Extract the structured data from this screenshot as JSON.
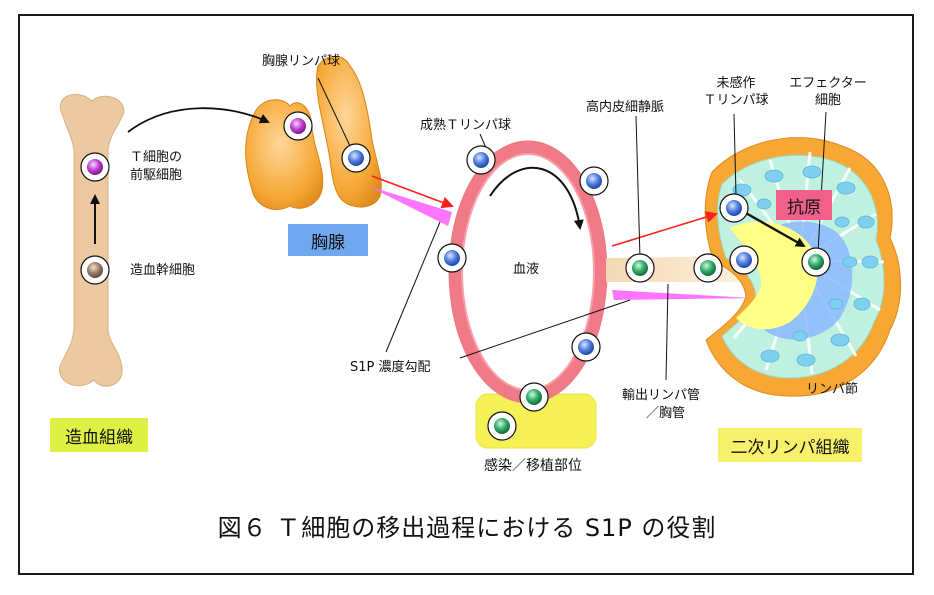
{
  "caption": "図６ Ｔ細胞の移出過程における S1P の役割",
  "labels": {
    "thymus_lymphocyte": "胸腺リンパ球",
    "t_cell_precursor_line1": "Ｔ細胞の",
    "t_cell_precursor_line2": "前駆細胞",
    "hematopoietic_stem_cell": "造血幹細胞",
    "mature_t_lymphocyte": "成熟Ｔリンパ球",
    "hev": "高内皮細静脈",
    "naive_t_line1": "未感作",
    "naive_t_line2": "Ｔリンパ球",
    "effector_line1": "エフェクター",
    "effector_line2": "細胞",
    "blood": "血液",
    "s1p_gradient": "S1P 濃度勾配",
    "efferent_line1": "輸出リンパ管",
    "efferent_line2": "／胸管",
    "lymph_node": "リンパ節",
    "infection_site": "感染／移植部位"
  },
  "boxes": {
    "thymus": "胸腺",
    "hematopoietic_tissue": "造血組織",
    "secondary_lymphoid": "二次リンパ組織",
    "antigen": "抗原"
  },
  "colors": {
    "bone": "#ecc9a0",
    "thymus": "#f6a734",
    "blood_loop": "#f07a87",
    "gradient": "#ff66ff",
    "arrow_red": "#ff2020",
    "thymus_box": "#6fa8ef",
    "tissue_box": "#ddf044",
    "site_box": "#f4f055",
    "secondary_box": "#f6f06a",
    "antigen_box": "#f0608a",
    "node_outer": "#f6a734",
    "node_mid": "#bff0e0",
    "node_inner": "#8ab8ff",
    "node_core": "#ffff88",
    "cell_blue": "#3a6fd8",
    "cell_green": "#2b9a5c",
    "cell_purple": "#c040d0",
    "cell_brown": "#8a7060"
  }
}
